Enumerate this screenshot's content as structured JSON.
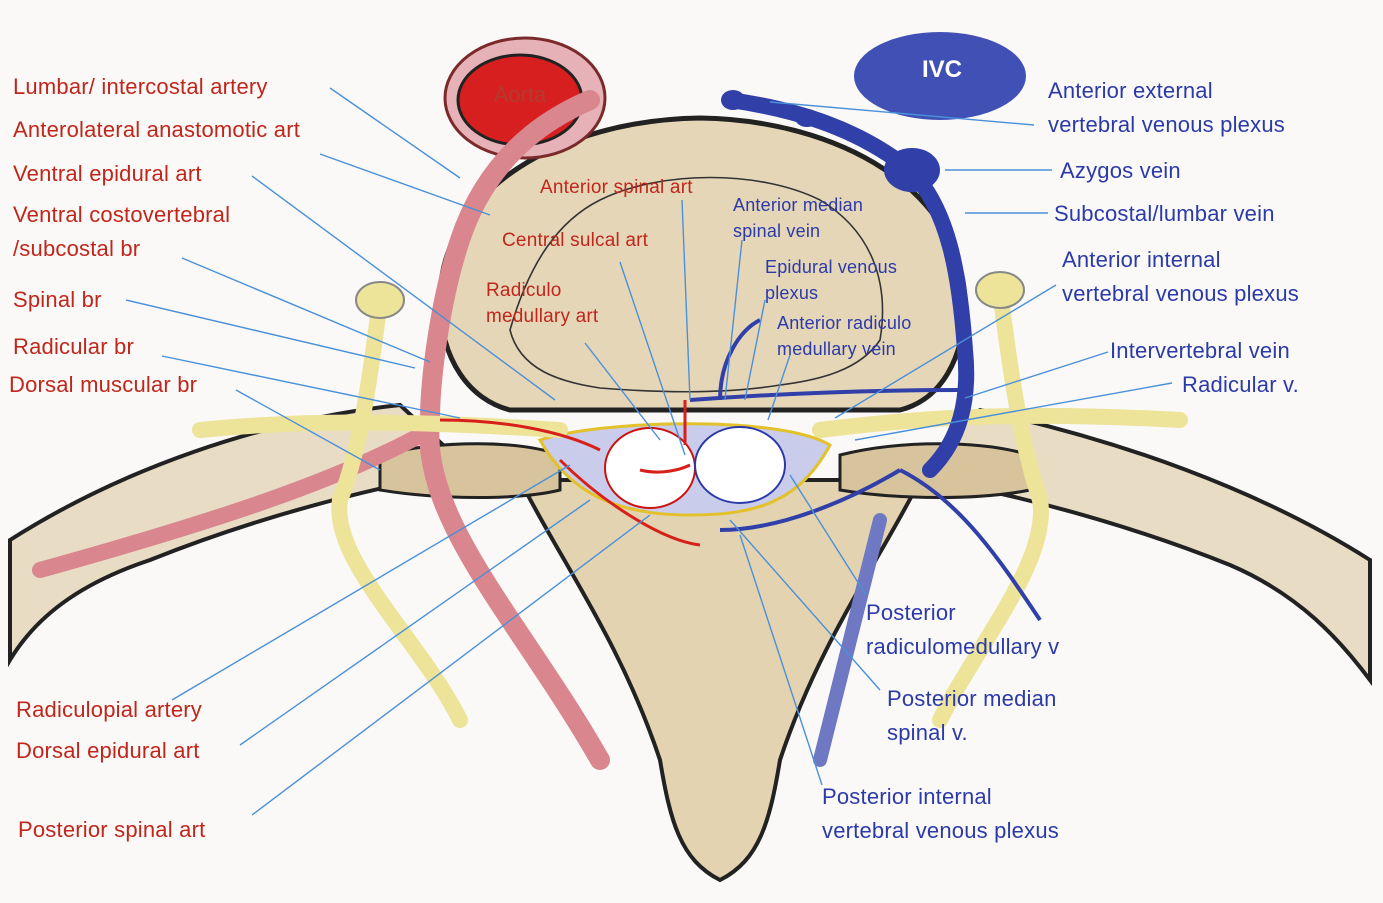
{
  "vessel_labels": {
    "aorta": "Aorta",
    "ivc": "IVC"
  },
  "left_labels": {
    "lumbar_intercostal_artery": "Lumbar/ intercostal artery",
    "anterolateral_anastomotic_art": "Anterolateral anastomotic art",
    "ventral_epidural_art": "Ventral epidural art",
    "ventral_costovertebral_1": "Ventral costovertebral",
    "ventral_costovertebral_2": "/subcostal br",
    "spinal_br": "Spinal br",
    "radicular_br": "Radicular br",
    "dorsal_muscular_br": "Dorsal muscular br",
    "radiculopial_artery": "Radiculopial artery",
    "dorsal_epidural_art": "Dorsal epidural art",
    "posterior_spinal_art": "Posterior spinal art"
  },
  "center_labels": {
    "anterior_spinal_art": "Anterior spinal art",
    "central_sulcal_art": "Central sulcal art",
    "radiculo_medullary_1": "Radiculo",
    "radiculo_medullary_2": "medullary art",
    "anterior_median_spinal_vein_1": "Anterior median",
    "anterior_median_spinal_vein_2": "spinal vein",
    "epidural_venous_plexus_1": "Epidural venous",
    "epidural_venous_plexus_2": "plexus",
    "anterior_radiculo_medullary_vein_1": "Anterior radiculo",
    "anterior_radiculo_medullary_vein_2": "medullary vein"
  },
  "right_labels": {
    "anterior_external_1": "Anterior external",
    "anterior_external_2": "vertebral venous plexus",
    "azygos_vein": "Azygos vein",
    "subcostal_lumbar_vein": "Subcostal/lumbar vein",
    "anterior_internal_1": "Anterior internal",
    "anterior_internal_2": "vertebral venous plexus",
    "intervertebral_vein": "Intervertebral vein",
    "radicular_v": "Radicular v.",
    "posterior_radiculomedullary_1": "Posterior",
    "posterior_radiculomedullary_2": "radiculomedullary v",
    "posterior_median_spinal_1": "Posterior median",
    "posterior_median_spinal_2": "spinal v.",
    "posterior_internal_1": "Posterior internal",
    "posterior_internal_2": "vertebral venous plexus"
  },
  "colors": {
    "artery_label": "#c0261b",
    "vein_label": "#2b3aa8",
    "bone": "#e6d6b8",
    "artery": "#d9868f",
    "vein": "#3040a8",
    "nerve": "#ede49a",
    "aorta_fill": "#d81f1f",
    "ivc_fill": "#4150b5",
    "leader_line": "#4a90d9"
  }
}
